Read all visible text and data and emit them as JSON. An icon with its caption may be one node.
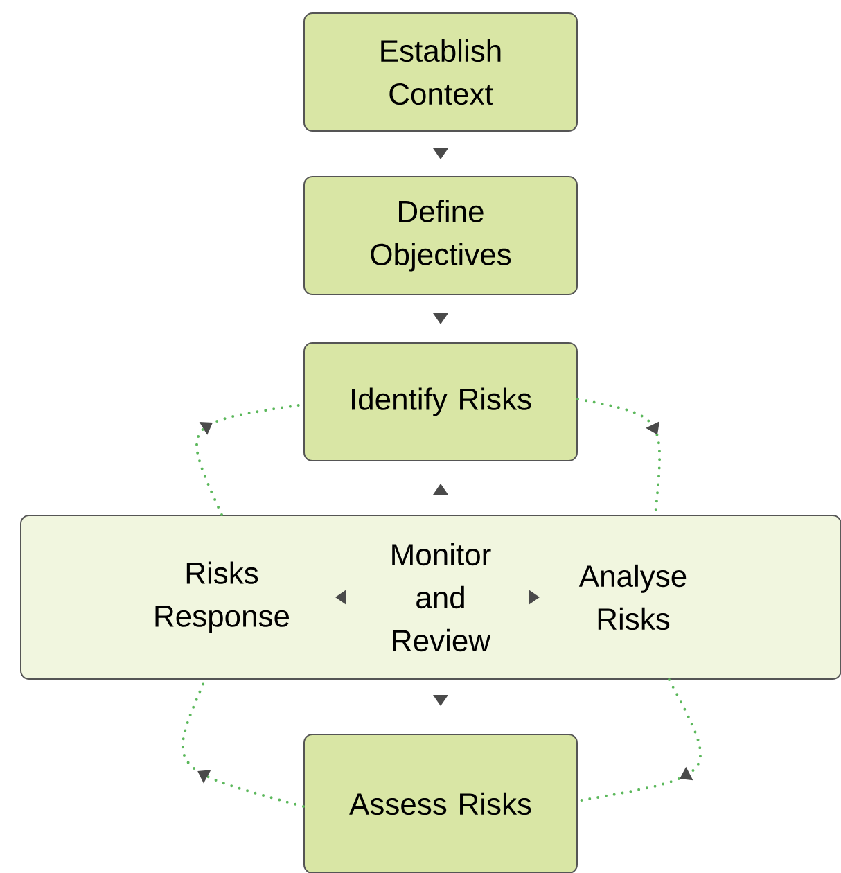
{
  "diagram": {
    "nodes": [
      {
        "text": [
          "Establish Context"
        ]
      },
      {
        "text": [
          "Define Objectives"
        ]
      },
      {
        "text": [
          "Identify Risks"
        ]
      },
      {
        "text": [],
        "shape": "box"
      },
      {
        "text": [
          "Risks Response"
        ],
        "in": 3
      },
      {
        "text": [
          "Monitor and Review"
        ],
        "in": 3
      },
      {
        "text": [
          "Analyse Risks"
        ],
        "in": 3
      },
      {
        "text": [
          "Assess Risks"
        ]
      }
    ],
    "edges": [
      {
        "from": 0,
        "to": 1,
        "arrow": "to"
      },
      {
        "from": 1,
        "to": 2,
        "arrow": "to"
      },
      {
        "from": 5,
        "to": 2,
        "arrow": "to"
      },
      {
        "from": 5,
        "to": 4,
        "arrow": "to"
      },
      {
        "from": 5,
        "to": 6,
        "arrow": "to"
      },
      {
        "from": 5,
        "to": 7,
        "arrow": "to"
      },
      {
        "from": 2,
        "to": 6,
        "arrow": "to",
        "style": "dashed",
        "color": "#5cb85c"
      },
      {
        "from": 6,
        "to": 7,
        "arrow": "to",
        "style": "dashed",
        "color": "#5cb85c"
      },
      {
        "from": 7,
        "to": 4,
        "arrow": "to",
        "style": "dashed",
        "color": "#5cb85c"
      },
      {
        "from": 4,
        "to": 2,
        "arrow": "to",
        "style": "dashed",
        "color": "#5cb85c"
      }
    ]
  }
}
